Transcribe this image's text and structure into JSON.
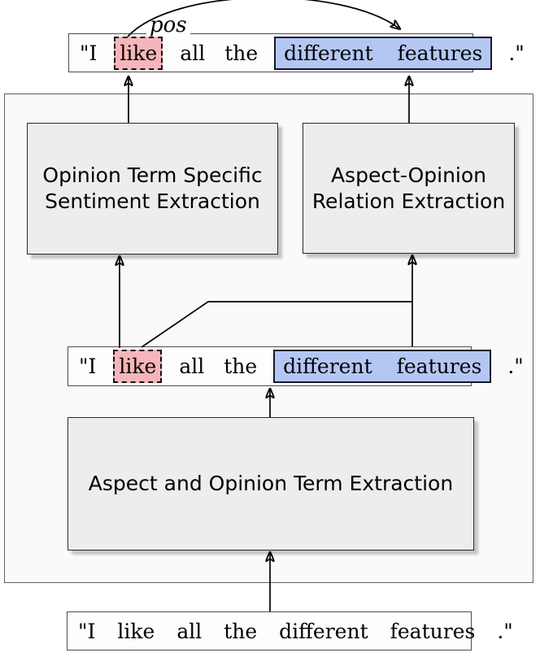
{
  "colors": {
    "opinion-fill": "#f6b5ba",
    "aspect-fill": "#b4c7f3",
    "module-fill": "#ededed",
    "container-fill": "#fafafa",
    "sentence-fill": "#fdfdfd"
  },
  "sentence": {
    "tokens": [
      "\"I",
      "like",
      "all",
      "the",
      "different",
      "features",
      ".\""
    ]
  },
  "arc": {
    "label": "pos"
  },
  "modules": {
    "sentiment": {
      "line1": "Opinion Term Specific",
      "line2": "Sentiment Extraction"
    },
    "relation": {
      "line1": "Aspect-Opinion",
      "line2": "Relation Extraction"
    },
    "extraction": {
      "label": "Aspect and Opinion Term Extraction"
    }
  }
}
